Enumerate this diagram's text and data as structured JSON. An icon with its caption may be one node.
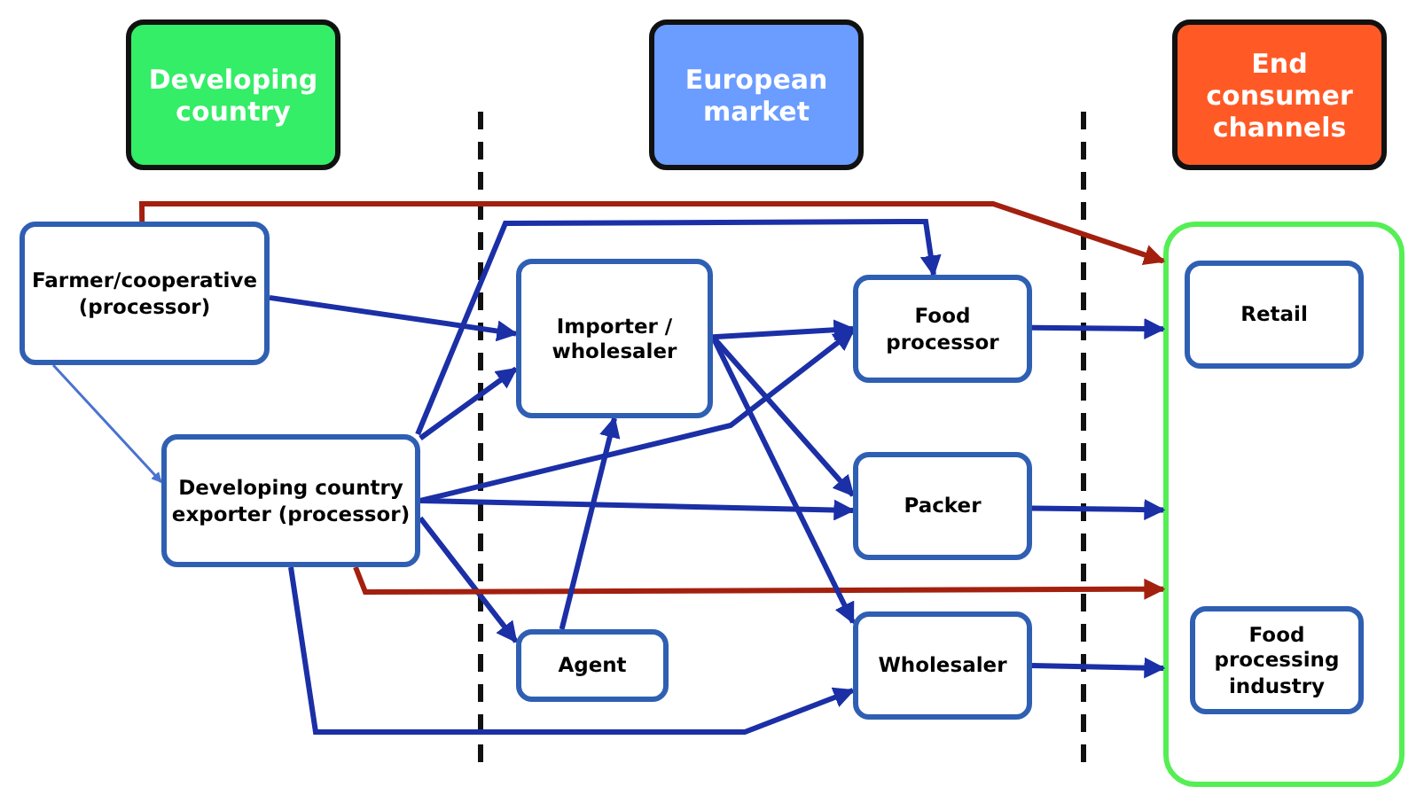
{
  "diagram": {
    "nodes": [
      {
        "text": [
          "Developing country"
        ]
      },
      {
        "text": [
          "European market"
        ]
      },
      {
        "text": [
          "End consumer channels"
        ]
      },
      {
        "text": [
          "Farmer/cooperative (processor)"
        ]
      },
      {
        "text": [
          "Developing country exporter (processor)"
        ]
      },
      {
        "text": [
          "Importer / wholesaler"
        ]
      },
      {
        "text": [
          "Agent"
        ]
      },
      {
        "text": [
          "Food processor"
        ]
      },
      {
        "text": [
          "Packer"
        ]
      },
      {
        "text": [
          "Wholesaler"
        ]
      },
      {
        "text": [],
        "shape": "box"
      },
      {
        "text": [
          "Retail"
        ],
        "in": 10
      },
      {
        "text": [
          "Food processing industry"
        ],
        "in": 10
      }
    ],
    "edges": [
      {
        "from": 3,
        "to": 5,
        "arrow": "to"
      },
      {
        "from": 3,
        "to": 4,
        "arrow": "to",
        "color": "#4a72d0"
      },
      {
        "from": 3,
        "to": 10,
        "arrow": "to",
        "color": "#a3200f"
      },
      {
        "from": 4,
        "to": 7,
        "arrow": "to"
      },
      {
        "from": 4,
        "to": 5,
        "arrow": "to"
      },
      {
        "from": 4,
        "to": 7,
        "arrow": "to"
      },
      {
        "from": 4,
        "to": 8,
        "arrow": "to"
      },
      {
        "from": 4,
        "to": 6,
        "arrow": "to"
      },
      {
        "from": 4,
        "to": 10,
        "arrow": "to",
        "color": "#a3200f"
      },
      {
        "from": 4,
        "to": 9,
        "arrow": "to"
      },
      {
        "from": 6,
        "to": 5,
        "arrow": "to"
      },
      {
        "from": 5,
        "to": 7,
        "arrow": "to"
      },
      {
        "from": 5,
        "to": 8,
        "arrow": "to"
      },
      {
        "from": 5,
        "to": 9,
        "arrow": "to"
      },
      {
        "from": 7,
        "to": 10,
        "arrow": "to"
      },
      {
        "from": 8,
        "to": 10,
        "arrow": "to"
      },
      {
        "from": 9,
        "to": 10,
        "arrow": "to"
      }
    ]
  }
}
